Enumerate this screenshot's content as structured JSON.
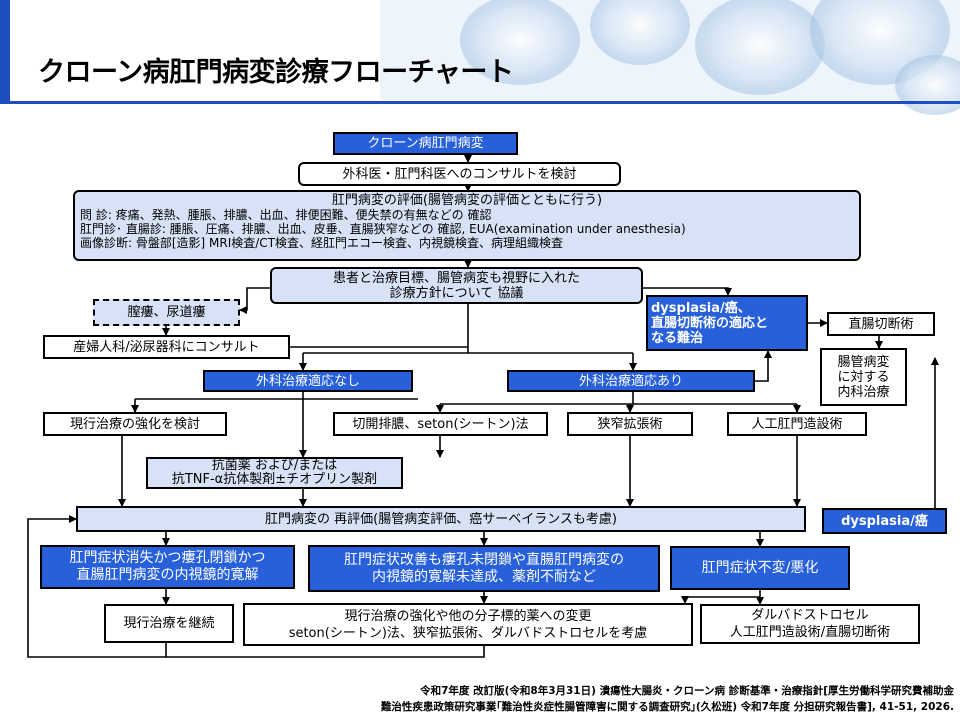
{
  "title": "クローン病肛門病変診療フローチャート",
  "nodes": {
    "start": "クローン病肛門病変",
    "consult": "外科医・肛門科医へのコンサルトを検討",
    "eval_header": "肛門病変の評価(腸管病変の評価とともに行う)",
    "eval_line1": "問 診: 疼痛、発熱、腫脹、排膿、出血、排便困難、便失禁の有無などの 確認",
    "eval_line2": "肛門診･ 直腸診: 腫脹、圧痛、排膿、出血、皮垂、直腸狭窄などの 確認, EUA(examination under anesthesia)",
    "eval_line3": "画像診断: 骨盤部[造影] MRI検査/CT検査、経肛門エコー検査、内視鏡検査、病理組織検査",
    "policy_line1": "患者と治療目標、腸管病変も視野に入れた",
    "policy_line2": "診療方針について 協議",
    "fistula": "膣瘻、尿道瘻",
    "obgyn_consult": "産婦人科/泌尿器科にコンサルト",
    "surgery_no": "外科治療適応なし",
    "surgery_yes": "外科治療適応あり",
    "dysplasia_q_line1": "dysplasia/癌、",
    "dysplasia_q_line2": "直腸切断術の適応と",
    "dysplasia_q_line3": "なる難治",
    "amputation": "直腸切断術",
    "intestinal_line1": "腸管病変",
    "intestinal_line2": "に対する",
    "intestinal_line3": "内科治療",
    "intensify": "現行治療の強化を検討",
    "incision": "切開排膿、seton(シートン)法",
    "dilation": "狭窄拡張術",
    "stoma": "人工肛門造設術",
    "drug_line1": "抗菌薬 および/または",
    "drug_line2": "抗TNF-α抗体製剤±チオプリン製剤",
    "reeval": "肛門病変の 再評価(腸管病変評価、癌サーベイランスも考慮)",
    "dysplasia": "dysplasia/癌",
    "outcome1_line1": "肛門症状消失かつ瘻孔閉鎖かつ",
    "outcome1_line2": "直腸肛門病変の内視鏡的寛解",
    "outcome2_line1": "肛門症状改善も瘻孔未閉鎖や直腸肛門病変の",
    "outcome2_line2": "内視鏡的寛解未達成、薬剤不耐など",
    "outcome3": "肛門症状不変/悪化",
    "continue": "現行治療を継続",
    "change_line1": "現行治療の強化や他の分子標的薬への変更",
    "change_line2": "seton(シートン)法、狭窄拡張術、ダルバドストロセルを考慮",
    "darva_line1": "ダルバドストロセル",
    "darva_line2": "人工肛門造設術/直腸切断術"
  },
  "footer": {
    "line1": "令和7年度 改訂版(令和8年3月31日) 潰瘍性大腸炎・クローン病 診断基準・治療指針[厚生労働科学研究費補助金",
    "line2": "難治性疾患政策研究事業｢難治性炎症性腸管障害に関する調査研究｣(久松班) 令和7年度 分担研究報告書], 41-51, 2026."
  },
  "colors": {
    "accent_blue": "#2760d8",
    "light_blue": "#d7e2f6",
    "title_bar": "#1f4fbf"
  }
}
